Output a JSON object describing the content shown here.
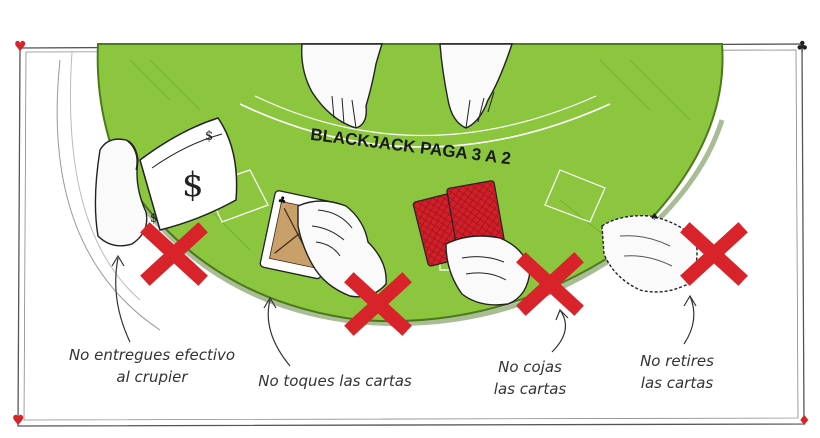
{
  "table": {
    "banner": "BLACKJACK PAGA 3 A 2",
    "felt_color": "#8cc63f",
    "felt_shade": "#6ea82a",
    "line_color": "#ffffff"
  },
  "rules": [
    {
      "lines": [
        "No entregues efectivo",
        "al crupier"
      ],
      "icon": "cash-icon"
    },
    {
      "lines": [
        "No toques las cartas"
      ],
      "icon": "hand-holding-cards-icon"
    },
    {
      "lines": [
        "No cojas",
        "las cartas"
      ],
      "icon": "hand-grabbing-cards-icon"
    },
    {
      "lines": [
        "No retires",
        "las cartas"
      ],
      "icon": "hand-sliding-cards-icon"
    }
  ],
  "marks": {
    "prohibited_color": "#d8232a",
    "card_back_color": "#d0202a"
  },
  "corner_suits": {
    "top_left": "♥",
    "top_right": "♣",
    "bottom_left": "♥",
    "bottom_right": "♦"
  }
}
